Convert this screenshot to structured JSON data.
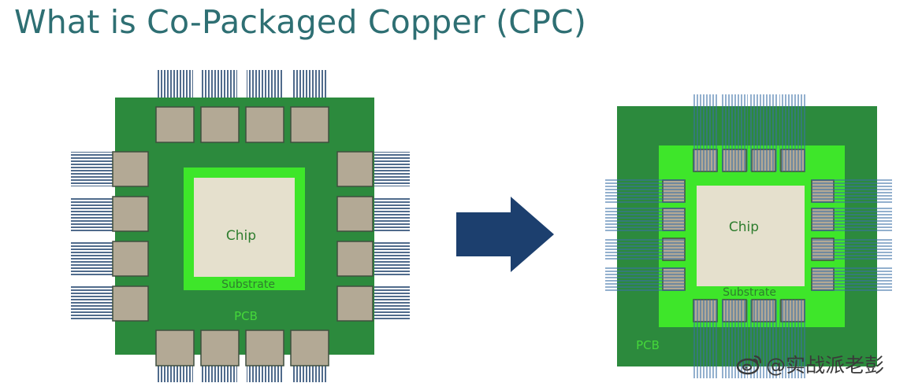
{
  "title": "What is Co-Packaged Copper (CPC)",
  "colors": {
    "title": "#2e6f73",
    "pcb": "#2c8a3d",
    "substrate": "#3ee62a",
    "chip": "#e5e0cd",
    "package": "#b3a995",
    "pins": "#506b8c",
    "arrow": "#1c3f6e"
  },
  "left_diagram": {
    "chip_label": "Chip",
    "substrate_label": "Substrate",
    "pcb_label": "PCB"
  },
  "right_diagram": {
    "chip_label": "Chip",
    "substrate_label": "Substrate",
    "pcb_label": "PCB"
  },
  "arrow_icon": "right-arrow-icon",
  "watermark": {
    "icon": "weibo-icon",
    "text": "@实战派老彭"
  }
}
